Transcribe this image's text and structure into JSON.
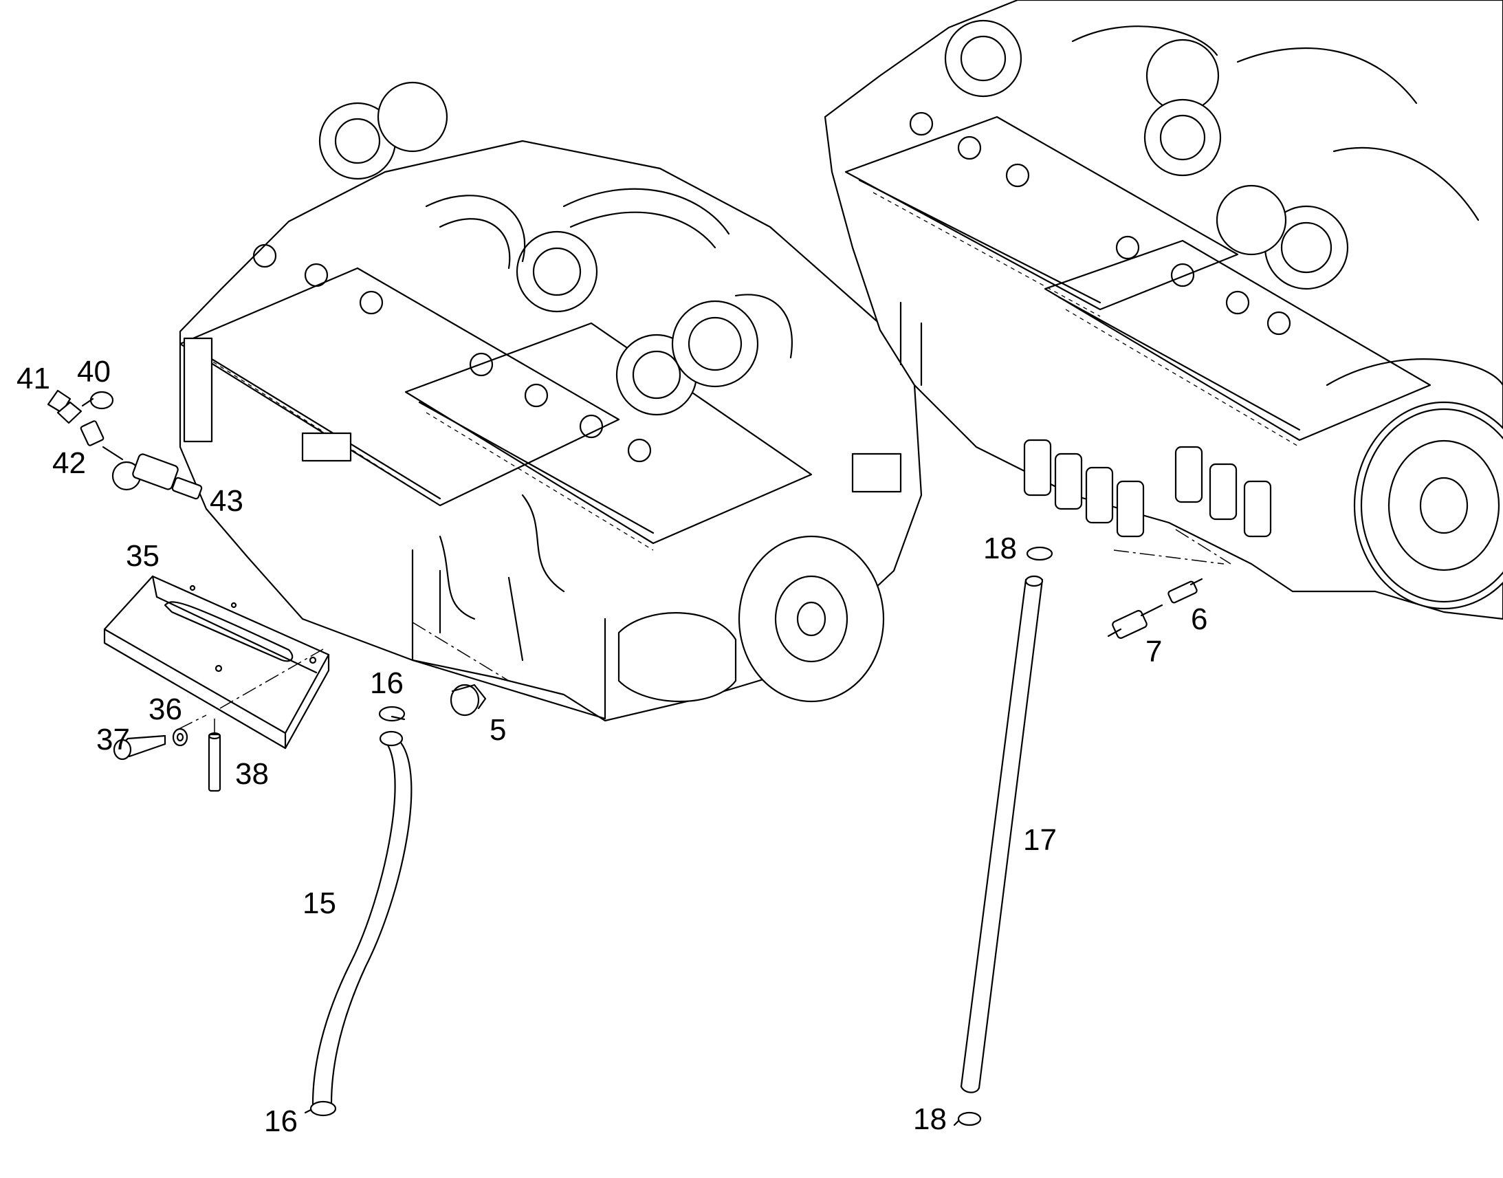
{
  "callouts": {
    "c41": "41",
    "c40": "40",
    "c42": "42",
    "c43": "43",
    "c35": "35",
    "c36": "36",
    "c37": "37",
    "c38": "38",
    "c16a": "16",
    "c16b": "16",
    "c5": "5",
    "c15": "15",
    "c18a": "18",
    "c18b": "18",
    "c17": "17",
    "c6": "6",
    "c7": "7"
  }
}
